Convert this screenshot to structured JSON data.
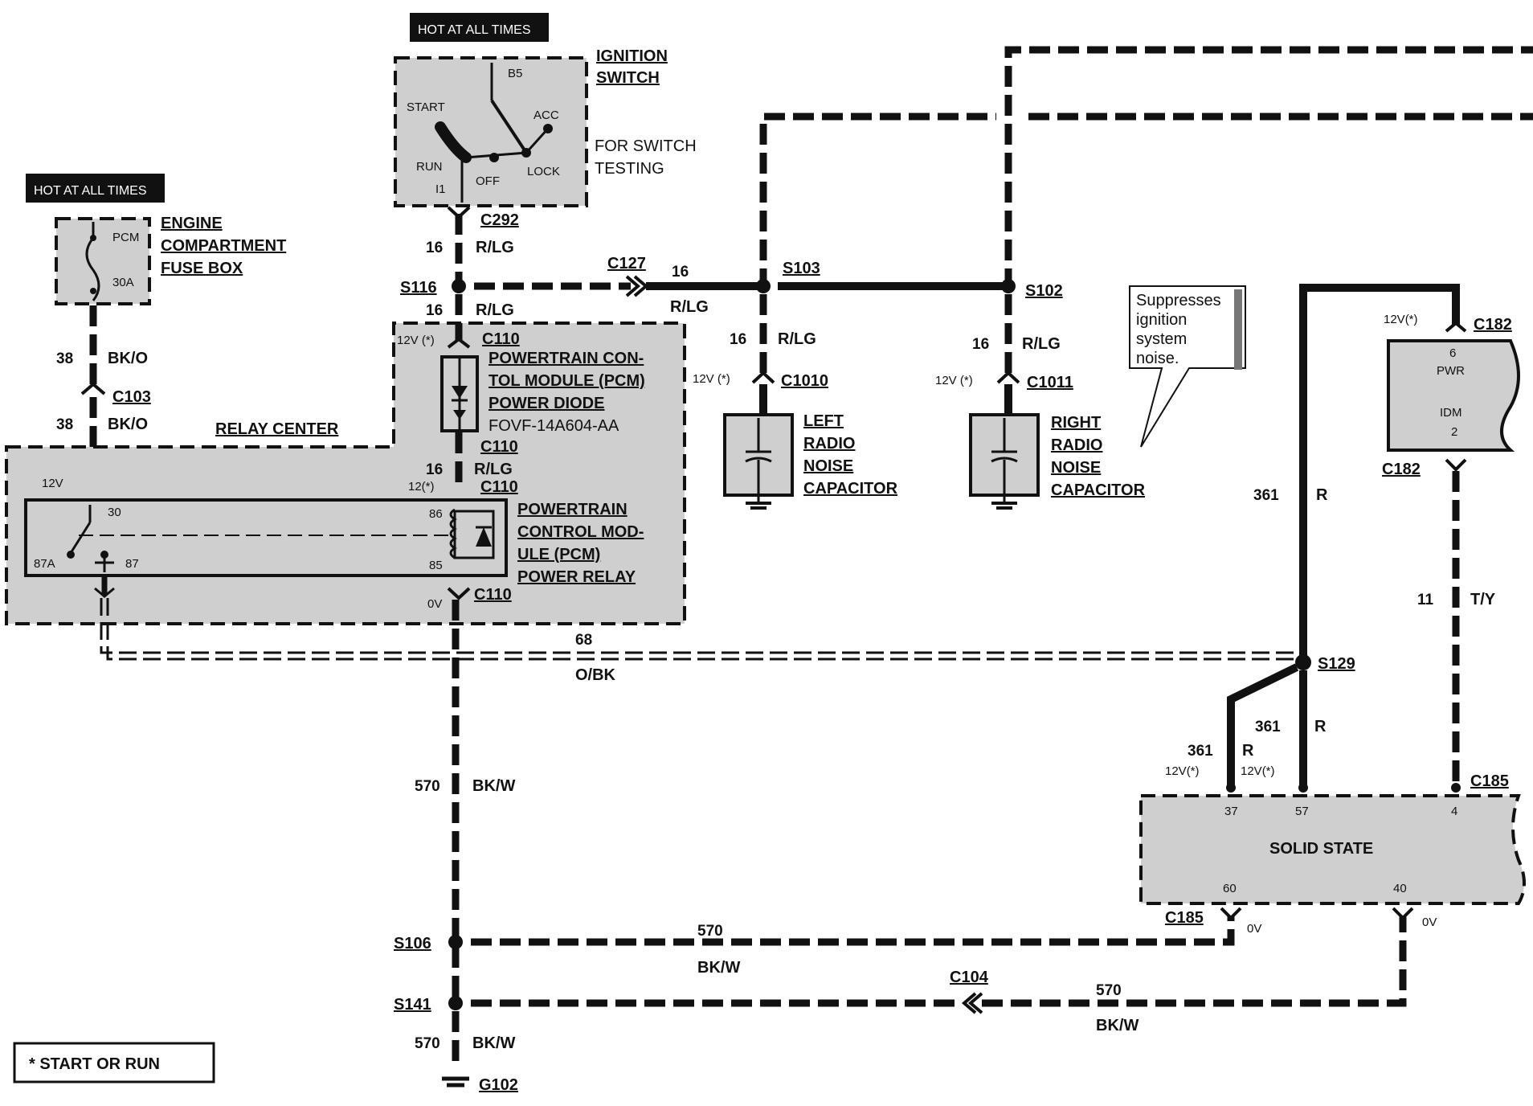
{
  "hot_tag_1": "HOT AT ALL TIMES",
  "hot_tag_2": "HOT AT ALL TIMES",
  "ignition": {
    "title_1": "IGNITION",
    "title_2": "SWITCH",
    "test_1": "FOR SWITCH",
    "test_2": "TESTING",
    "pos_start": "START",
    "pos_run": "RUN",
    "pos_off": "OFF",
    "pos_lock": "LOCK",
    "pos_acc": "ACC",
    "pin_b5": "B5",
    "pin_i1": "I1"
  },
  "fusebox": {
    "title_1": "ENGINE",
    "title_2": "COMPARTMENT",
    "title_3": "FUSE BOX",
    "fuse_name": "PCM",
    "fuse_rating": "30A"
  },
  "connectors": {
    "c292": "C292",
    "c127": "C127",
    "c103": "C103",
    "c110a": "C110",
    "c110b": "C110",
    "c110c": "C110",
    "c110d": "C110",
    "c1010": "C1010",
    "c1011": "C1011",
    "c182a": "C182",
    "c182b": "C182",
    "c185a": "C185",
    "c185b": "C185",
    "c104": "C104"
  },
  "splices": {
    "s116": "S116",
    "s103": "S103",
    "s102": "S102",
    "s129": "S129",
    "s106": "S106",
    "s141": "S141",
    "g102": "G102"
  },
  "wires": {
    "w16": "16",
    "rlg": "R/LG",
    "w38": "38",
    "bko": "BK/O",
    "w68": "68",
    "obk": "O/BK",
    "w570": "570",
    "bkw": "BK/W",
    "w361": "361",
    "r": "R",
    "w11": "11",
    "ty": "T/Y"
  },
  "voltages": {
    "v12": "12V",
    "v12star": "12V (*)",
    "v12paren": "12(*)",
    "v12starb": "12V(*)",
    "v0": "0V"
  },
  "relay_center": "RELAY CENTER",
  "diode": {
    "line_1": "POWERTRAIN CON-",
    "line_2": "TOL MODULE (PCM)",
    "line_3": "POWER DIODE",
    "part": "FOVF-14A604-AA"
  },
  "relay": {
    "line_1": "POWERTRAIN",
    "line_2": "CONTROL MOD-",
    "line_3": "ULE (PCM)",
    "line_4": "POWER RELAY",
    "pin_30": "30",
    "pin_86": "86",
    "pin_85": "85",
    "pin_87a": "87A",
    "pin_87": "87"
  },
  "left_cap": {
    "l1": "LEFT",
    "l2": "RADIO",
    "l3": "NOISE",
    "l4": "CAPACITOR"
  },
  "right_cap": {
    "l1": "RIGHT",
    "l2": "RADIO",
    "l3": "NOISE",
    "l4": "CAPACITOR"
  },
  "callout": {
    "l1": "Suppresses",
    "l2": "ignition",
    "l3": "system",
    "l4": "noise."
  },
  "idm": {
    "pin_6": "6",
    "pwr": "PWR",
    "idm": "IDM",
    "pin_2": "2"
  },
  "solid_state": {
    "title": "SOLID STATE",
    "p37": "37",
    "p57": "57",
    "p4": "4",
    "p60": "60",
    "p40": "40"
  },
  "legend": "* START OR RUN"
}
